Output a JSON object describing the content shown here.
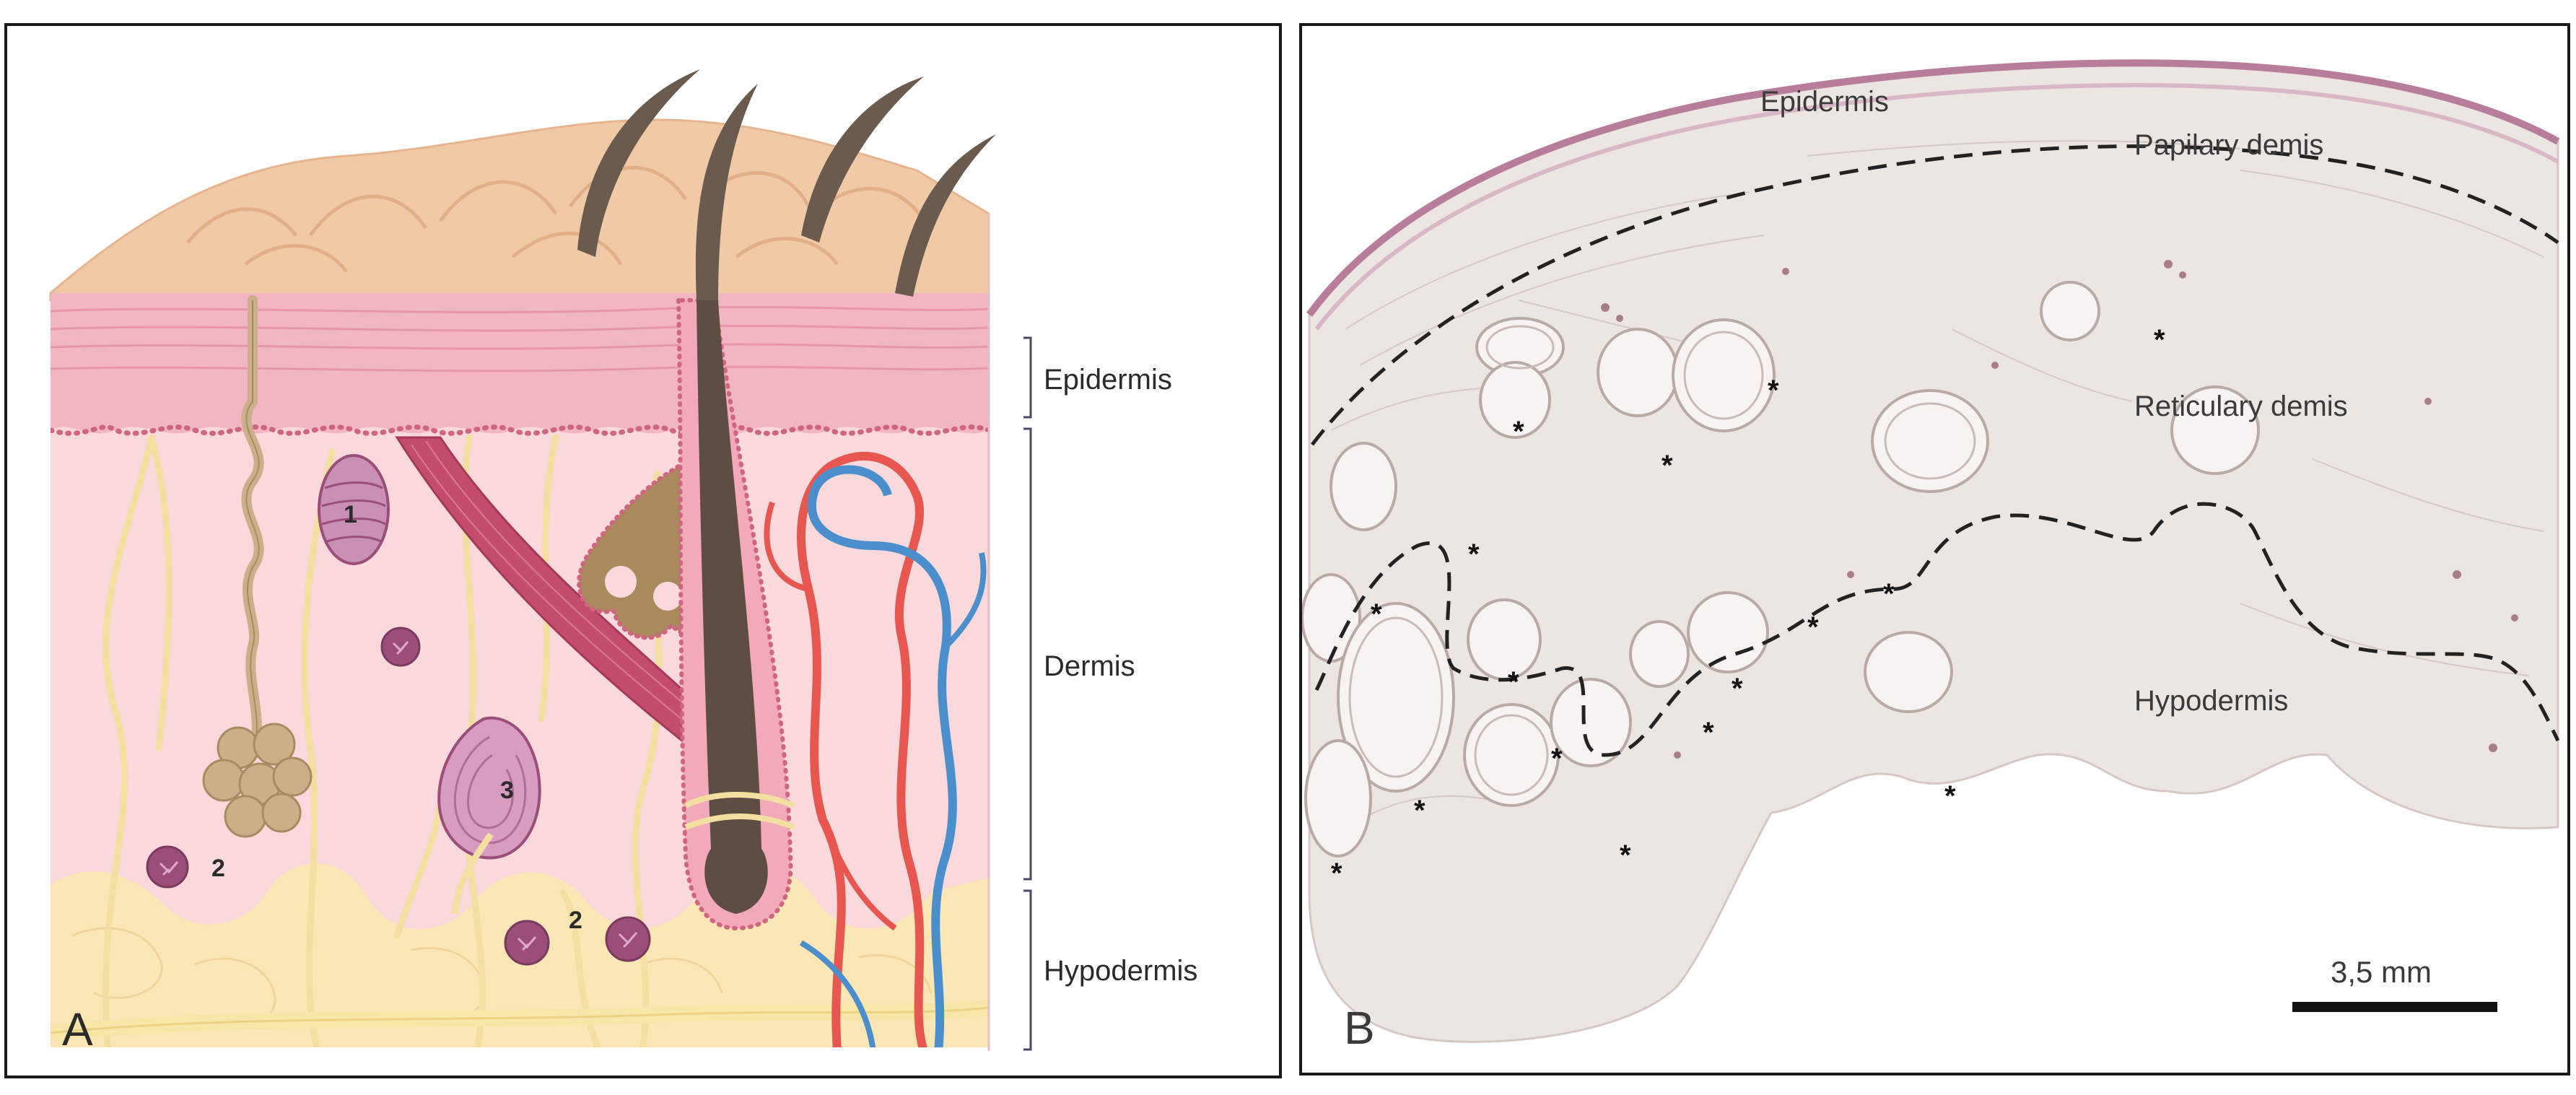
{
  "panel_a": {
    "panel_letter": "A",
    "layer_labels": {
      "epidermis": "Epidermis",
      "dermis": "Dermis",
      "hypodermis": "Hypodermis"
    },
    "structure_markers": [
      "1",
      "2",
      "3",
      "2"
    ]
  },
  "panel_b": {
    "panel_letter": "B",
    "layer_labels": {
      "epidermis": "Epidermis",
      "papillary": "Papilary demis",
      "reticular": "Reticulary demis",
      "hypodermis": "Hypodermis"
    },
    "marker": "*",
    "scale_bar": {
      "label": "3,5 mm"
    }
  },
  "colors": {
    "skin_surface": "#f0c9a6",
    "epidermis": "#f2b6c3",
    "dermis": "#f9d9dc",
    "hypodermis": "#fbe6b5",
    "hair": "#6b5a4e",
    "muscle": "#c44d6e",
    "artery": "#e8574f",
    "vein": "#4a8fcc",
    "nerve": "#f3e0a0",
    "gland": "#c9b089",
    "receptor": "#9b4f78"
  }
}
